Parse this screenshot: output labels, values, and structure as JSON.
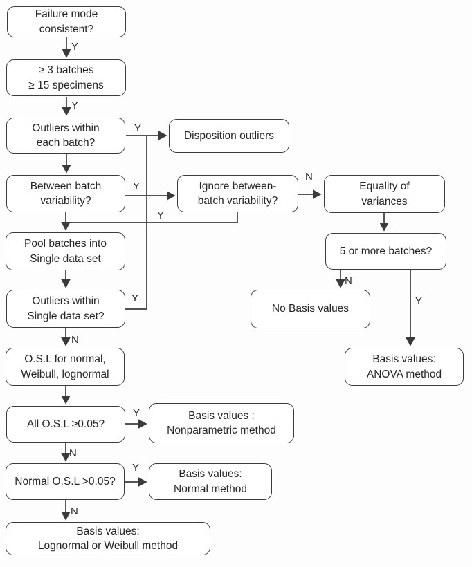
{
  "diagram": {
    "type": "flowchart",
    "description": "Basis value statistical method selection flowchart",
    "colors": {
      "line": "#3b3b3b",
      "text": "#262626",
      "background": "#fdfdfd",
      "box_background": "#ffffff"
    },
    "nodes": {
      "failure_mode": "Failure mode\nconsistent?",
      "batches": "≥ 3 batches\n≥ 15 specimens",
      "outliers_each": "Outliers within\neach batch?",
      "between_batch": "Between batch\nvariability?",
      "pool": "Pool batches into\nSingle data set",
      "outliers_single": "Outliers within\nSingle data set?",
      "osl": "O.S.L for normal,\nWeibull, lognormal",
      "all_osl": "All O.S.L ≥0.05?",
      "normal_osl": "Normal O.S.L >0.05?",
      "basis_lognormal": "Basis values:\nLognormal or Weibull method",
      "disposition": "Disposition outliers",
      "ignore": "Ignore between-\nbatch variability?",
      "equality": "Equality of\nvariances",
      "five_batches": "5 or more batches?",
      "no_basis": "No Basis values",
      "anova": "Basis values:\nANOVA method",
      "nonparametric": "Basis values :\nNonparametric method",
      "normal_method": "Basis values:\nNormal method"
    },
    "edge_labels": {
      "failure_yes": "Y",
      "batches_yes": "Y",
      "outliers_each_yes": "Y",
      "between_yes": "Y",
      "ignore_no": "N",
      "ignore_yes": "Y",
      "outliers_single_yes": "Y",
      "outliers_single_no": "N",
      "all_osl_yes": "Y",
      "all_osl_no": "N",
      "normal_osl_yes": "Y",
      "normal_osl_no": "N",
      "five_batches_no": "N",
      "five_batches_yes": "Y"
    }
  }
}
